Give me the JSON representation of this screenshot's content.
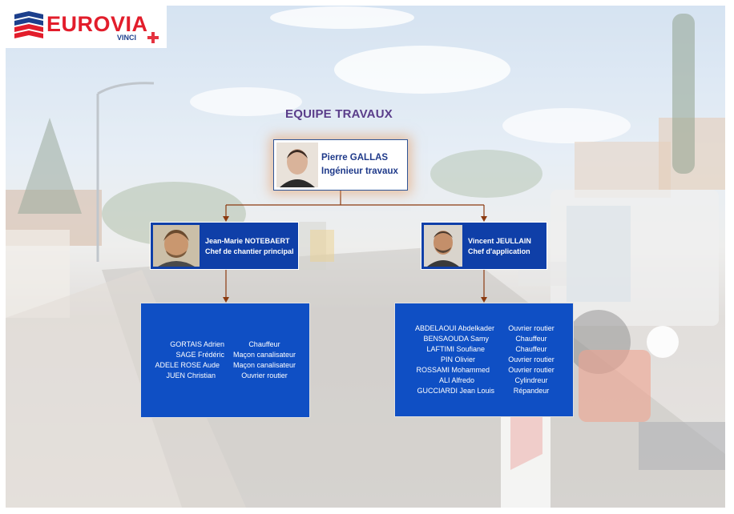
{
  "logo": {
    "brand": "EUROVIA",
    "parent": "VINCI"
  },
  "title": "EQUIPE TRAVAUX",
  "lead": {
    "name": "Pierre GALLAS",
    "role": "Ingénieur travaux"
  },
  "managers": [
    {
      "name": "Jean-Marie NOTEBAERT",
      "role": "Chef de chantier principal"
    },
    {
      "name": "Vincent JEULLAIN",
      "role": "Chef d'application"
    }
  ],
  "teams": [
    {
      "members": [
        {
          "name": "GORTAIS Adrien",
          "role": "Chauffeur"
        },
        {
          "name": "SAGE Frédéric",
          "role": "Maçon canalisateur"
        },
        {
          "name": "ADELE ROSE Aude",
          "role": "Maçon canalisateur"
        },
        {
          "name": "JUEN Christian",
          "role": "Ouvrier routier"
        }
      ]
    },
    {
      "members": [
        {
          "name": "ABDELAOUI Abdelkader",
          "role": "Ouvrier routier"
        },
        {
          "name": "BENSAOUDA Samy",
          "role": "Chauffeur"
        },
        {
          "name": "LAFTIMI Soufiane",
          "role": "Chauffeur"
        },
        {
          "name": "PIN Olivier",
          "role": "Ouvrier routier"
        },
        {
          "name": "ROSSAMI Mohammed",
          "role": "Ouvrier routier"
        },
        {
          "name": "ALI Alfredo",
          "role": "Cylindreur"
        },
        {
          "name": "GUCCIARDI Jean Louis",
          "role": "Répandeur"
        }
      ]
    }
  ],
  "colors": {
    "card": "#0f3fa8",
    "team_box": "#0f4fc4",
    "connector": "#8b3a10",
    "title": "#5a3d8a",
    "brand_red": "#e21d2b",
    "brand_blue": "#1c3f8c"
  }
}
